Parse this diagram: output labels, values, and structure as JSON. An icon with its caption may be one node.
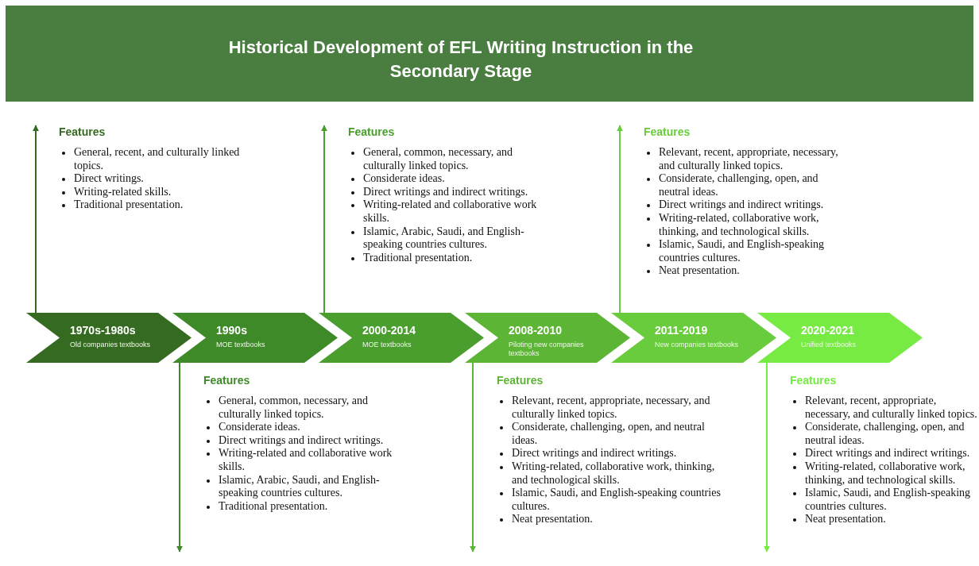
{
  "diagram": {
    "title": "Historical Development of  EFL Writing Instruction in the Secondary Stage",
    "nodes": [
      {
        "text": [
          "1970s-1980s",
          "Old companies textbooks"
        ]
      },
      {
        "text": [
          "1990s",
          "MOE textbooks"
        ]
      },
      {
        "text": [
          "2000-2014",
          "MOE textbooks"
        ]
      },
      {
        "text": [
          "2008-2010",
          "Piloting new companies textbooks"
        ]
      },
      {
        "text": [
          "2011-2019",
          "New companies textbooks"
        ]
      },
      {
        "text": [
          "2020-2021",
          "Unified textbooks"
        ]
      },
      {
        "text": [
          "Features",
          "General, recent, and culturally linked topics.",
          "Direct writings.",
          "Writing-related skills.",
          "Traditional presentation."
        ]
      },
      {
        "text": [
          "Features",
          "General, common, necessary, and culturally linked topics.",
          "Considerate ideas.",
          "Direct writings and indirect writings.",
          "Writing-related and collaborative work skills.",
          "Islamic, Arabic, Saudi, and English-speaking countries cultures.",
          "Traditional presentation."
        ]
      },
      {
        "text": [
          "Features",
          "General, common, necessary, and culturally linked topics.",
          "Considerate ideas.",
          "Direct writings and indirect writings.",
          "Writing-related and collaborative work skills.",
          "Islamic, Arabic, Saudi, and English-speaking countries cultures.",
          "Traditional presentation."
        ]
      },
      {
        "text": [
          "Features",
          "Relevant, recent, appropriate, necessary, and culturally linked topics.",
          "Considerate, challenging, open, and neutral ideas.",
          "Direct writings and indirect writings.",
          "Writing-related, collaborative work, thinking, and technological skills.",
          "Islamic, Saudi, and English-speaking countries cultures.",
          "Neat presentation."
        ]
      },
      {
        "text": [
          "Features",
          "Relevant, recent, appropriate, necessary, and culturally linked topics.",
          "Considerate, challenging, open, and neutral ideas.",
          "Direct writings and indirect writings.",
          "Writing-related, collaborative work, thinking, and technological skills.",
          "Islamic, Saudi, and English-speaking countries cultures.",
          "Neat presentation."
        ]
      },
      {
        "text": [
          "Features",
          "Relevant, recent, appropriate, necessary, and culturally linked topics.",
          "Considerate, challenging, open, and neutral ideas.",
          "Direct writings and indirect writings.",
          "Writing-related, collaborative work, thinking, and technological skills.",
          "Islamic, Saudi, and English-speaking countries cultures.",
          "Neat presentation."
        ]
      }
    ],
    "edges": [
      {
        "from": 0,
        "to": 6,
        "arrow": "to",
        "color": "#356b20"
      },
      {
        "from": 1,
        "to": 7,
        "arrow": "to",
        "color": "#3f8a28"
      },
      {
        "from": 2,
        "to": 8,
        "arrow": "to",
        "color": "#4a9e2e"
      },
      {
        "from": 3,
        "to": 9,
        "arrow": "to",
        "color": "#5cb535"
      },
      {
        "from": 4,
        "to": 10,
        "arrow": "to",
        "color": "#68cc3c"
      },
      {
        "from": 5,
        "to": 11,
        "arrow": "to",
        "color": "#77ea44"
      }
    ]
  }
}
